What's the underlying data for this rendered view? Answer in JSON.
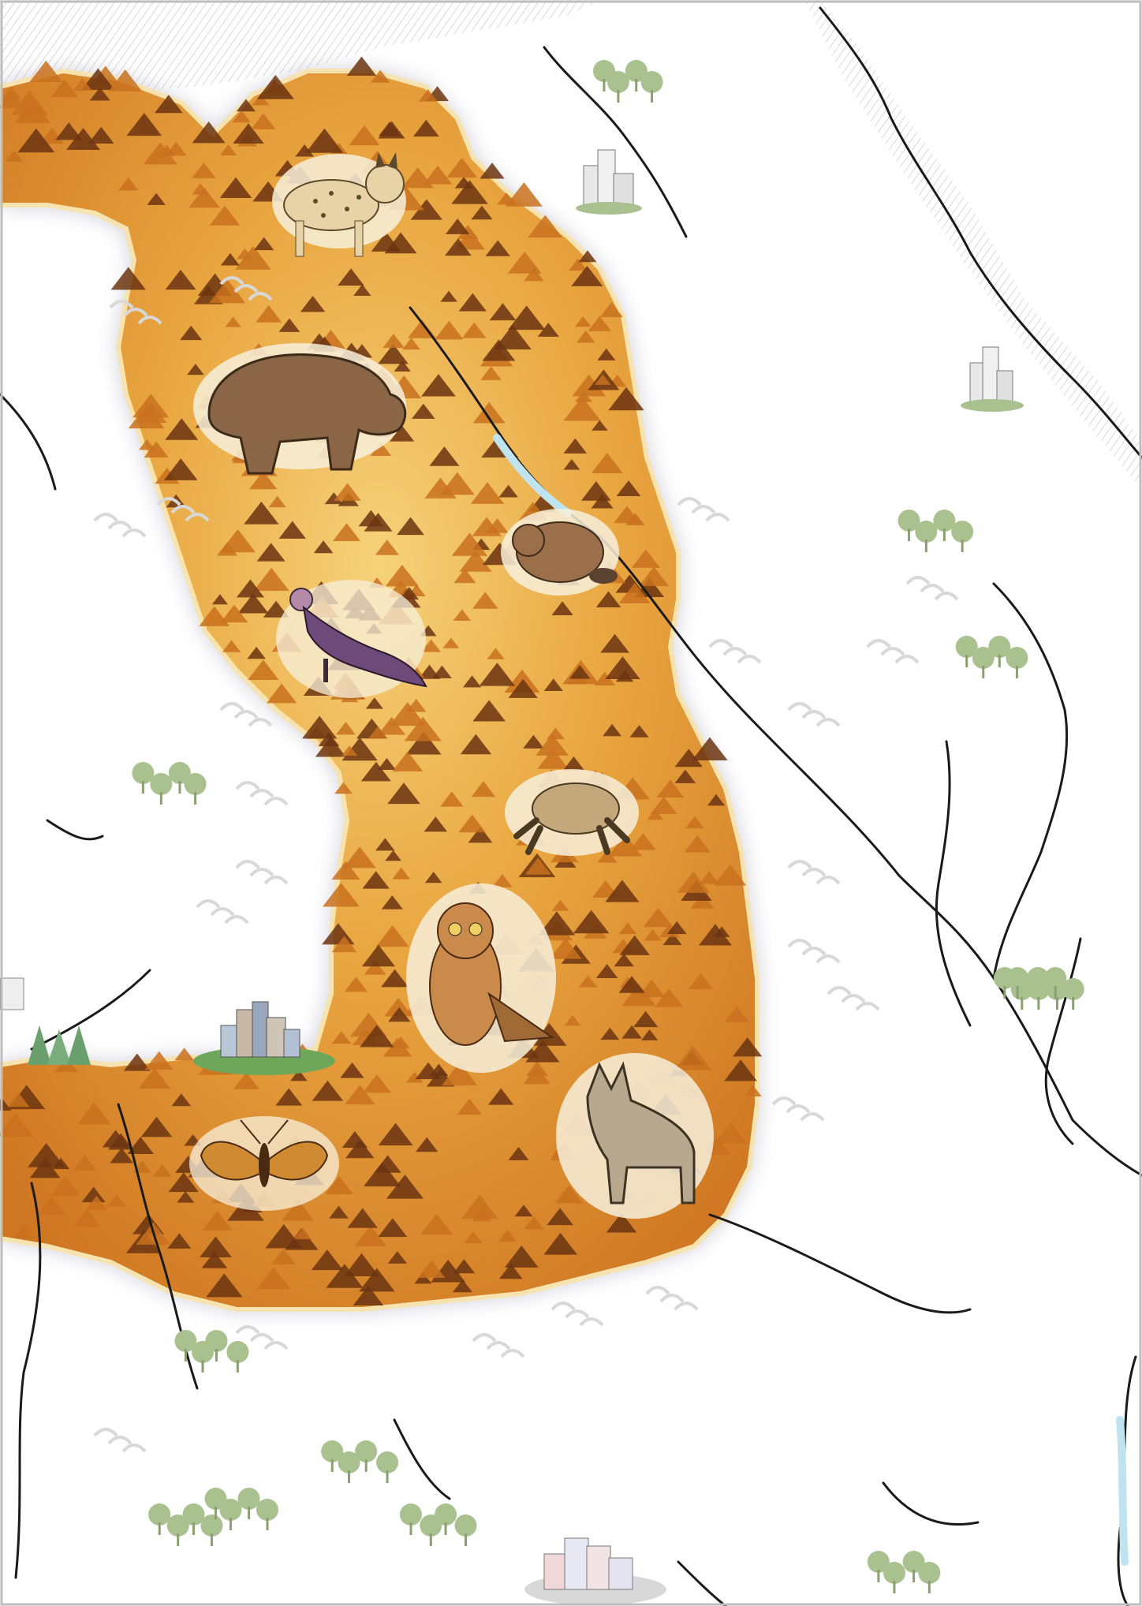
{
  "map": {
    "colors": {
      "background": "#ffffff",
      "frame": "#bdbdbd",
      "mountain_light": "#f2c46a",
      "mountain_mid": "#e39a3a",
      "mountain_dark": "#c9711f",
      "peak": "#6b3410",
      "river_line": "#1a1a1a",
      "river_water": "#bfe3ef",
      "tree": "#a9c08f",
      "hill": "#d8d8d8",
      "hatching": "#cfcfcf"
    },
    "animals": [
      {
        "name": "lynx",
        "icon": "lynx-icon"
      },
      {
        "name": "brown-bear",
        "icon": "bear-icon"
      },
      {
        "name": "beaver",
        "icon": "beaver-icon"
      },
      {
        "name": "vulture",
        "icon": "vulture-icon"
      },
      {
        "name": "toad",
        "icon": "toad-icon"
      },
      {
        "name": "owl",
        "icon": "owl-icon"
      },
      {
        "name": "wolf",
        "icon": "wolf-icon"
      },
      {
        "name": "moth",
        "icon": "moth-icon"
      }
    ]
  }
}
